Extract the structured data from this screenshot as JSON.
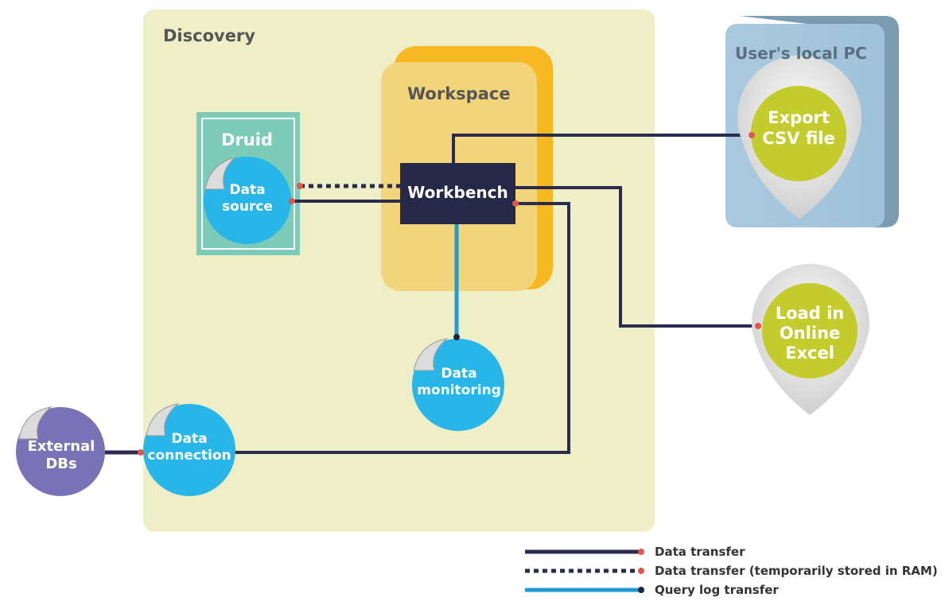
{
  "regions": {
    "discovery": "Discovery",
    "workspace": "Workspace",
    "druid": "Druid",
    "local_pc": "User's local PC"
  },
  "nodes": {
    "workbench": "Workbench",
    "data_source": [
      "Data",
      "source"
    ],
    "data_monitoring": [
      "Data",
      "monitoring"
    ],
    "data_connection": [
      "Data",
      "connection"
    ],
    "external_dbs": [
      "External",
      "DBs"
    ],
    "export_csv": [
      "Export",
      "CSV file"
    ],
    "load_excel": [
      "Load in",
      "Online",
      "Excel"
    ]
  },
  "legend": [
    {
      "label": "Data transfer",
      "style": "solid",
      "color": "#2a2b4e",
      "dot": "#e0584a"
    },
    {
      "label": "Data transfer (temporarily stored in RAM)",
      "style": "dotted",
      "color": "#2a2b4e",
      "dot": "#e0584a"
    },
    {
      "label": "Query log transfer",
      "style": "solid",
      "color": "#1f9ad6",
      "dot": "#1d2340"
    }
  ],
  "colors": {
    "discovery_bg": "#eeefc7",
    "workspace": "#f2d57a",
    "workspace_edge": "#f8b822",
    "druid": "#7ccbb9",
    "local_pc": "#a9c9de",
    "bubble_blue": "#28b6e8",
    "bubble_green": "#c4cb2c",
    "bubble_purple": "#7a72b6",
    "line": "#2a2b4e",
    "query_line": "#1f9ad6",
    "dot": "#e0584a",
    "workbench": "#262848"
  }
}
